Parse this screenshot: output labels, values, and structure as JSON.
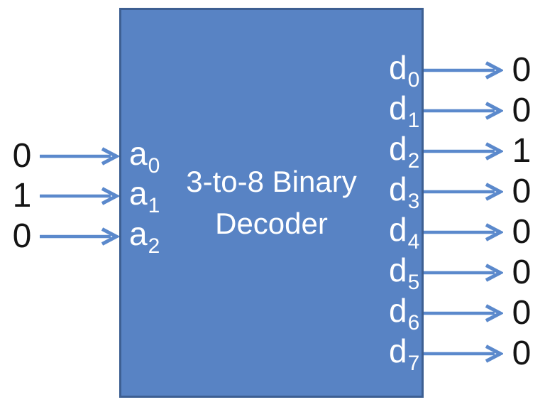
{
  "diagram": {
    "title_line1": "3-to-8 Binary",
    "title_line2": "Decoder",
    "inputs": [
      {
        "name": "a",
        "sub": "0",
        "value": "0"
      },
      {
        "name": "a",
        "sub": "1",
        "value": "1"
      },
      {
        "name": "a",
        "sub": "2",
        "value": "0"
      }
    ],
    "outputs": [
      {
        "name": "d",
        "sub": "0",
        "value": "0"
      },
      {
        "name": "d",
        "sub": "1",
        "value": "0"
      },
      {
        "name": "d",
        "sub": "2",
        "value": "1"
      },
      {
        "name": "d",
        "sub": "3",
        "value": "0"
      },
      {
        "name": "d",
        "sub": "4",
        "value": "0"
      },
      {
        "name": "d",
        "sub": "5",
        "value": "0"
      },
      {
        "name": "d",
        "sub": "6",
        "value": "0"
      },
      {
        "name": "d",
        "sub": "7",
        "value": "0"
      }
    ]
  },
  "colors": {
    "box_fill": "#5883C4",
    "box_border": "#3D5F92",
    "arrow": "#5B89CC",
    "label_text": "#FFFFFF",
    "value_text": "#141414",
    "background": "#FFFFFF"
  }
}
